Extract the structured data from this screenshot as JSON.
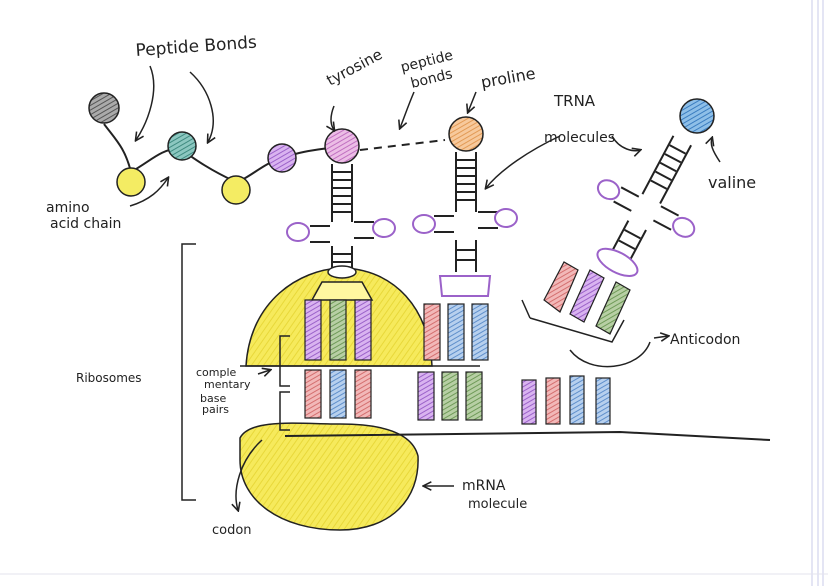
{
  "labels": {
    "peptide_bonds": "Peptide Bonds",
    "amino_acid_chain_line1": "amino",
    "amino_acid_chain_line2": "acid chain",
    "tyrosine": "tyrosine",
    "peptide_bonds_mid_line1": "peptide",
    "peptide_bonds_mid_line2": "bonds",
    "proline": "proline",
    "trna": "TRNA",
    "molecules": "molecules",
    "valine": "valine",
    "ribosomes": "Ribosomes",
    "complementary_line1": "comple",
    "complementary_line2": "mentary",
    "base_pairs_line1": "base",
    "base_pairs_line2": "pairs",
    "anticodon": "Anticodon",
    "mrna_line1": "mRNA",
    "mrna_line2": "molecule",
    "codon": "codon"
  },
  "colors": {
    "yellow": "#f3e44a",
    "purple": "#b98be0",
    "green": "#8fb07a",
    "red": "#e28c8c",
    "blue": "#7ea9d8",
    "gray": "#8a8a8a",
    "magenta": "#d88fd8",
    "orange": "#f0b07a",
    "teal": "#5aa0a0",
    "valine_blue": "#4a8fcf"
  },
  "icons": [
    "trna-molecule-icon",
    "ribosome-icon",
    "amino-acid-icon"
  ]
}
